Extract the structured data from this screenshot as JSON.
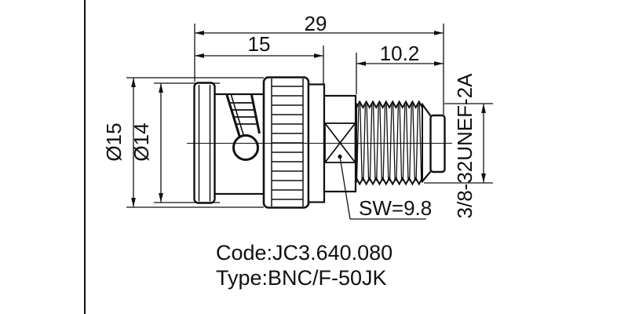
{
  "page": {
    "background_color": "#ffffff",
    "line_color": "#111111"
  },
  "drawing": {
    "dimensions": {
      "total_length": "29",
      "front_section_length": "15",
      "thread_section_length": "10.2",
      "knurl_diameter": "Ø15",
      "flange_diameter": "Ø14",
      "thread_spec": "3/8-32UNEF-2A",
      "wrench_size": "SW=9.8"
    },
    "caption": {
      "code": "Code:JC3.640.080",
      "type": "Type:BNC/F-50JK"
    }
  }
}
